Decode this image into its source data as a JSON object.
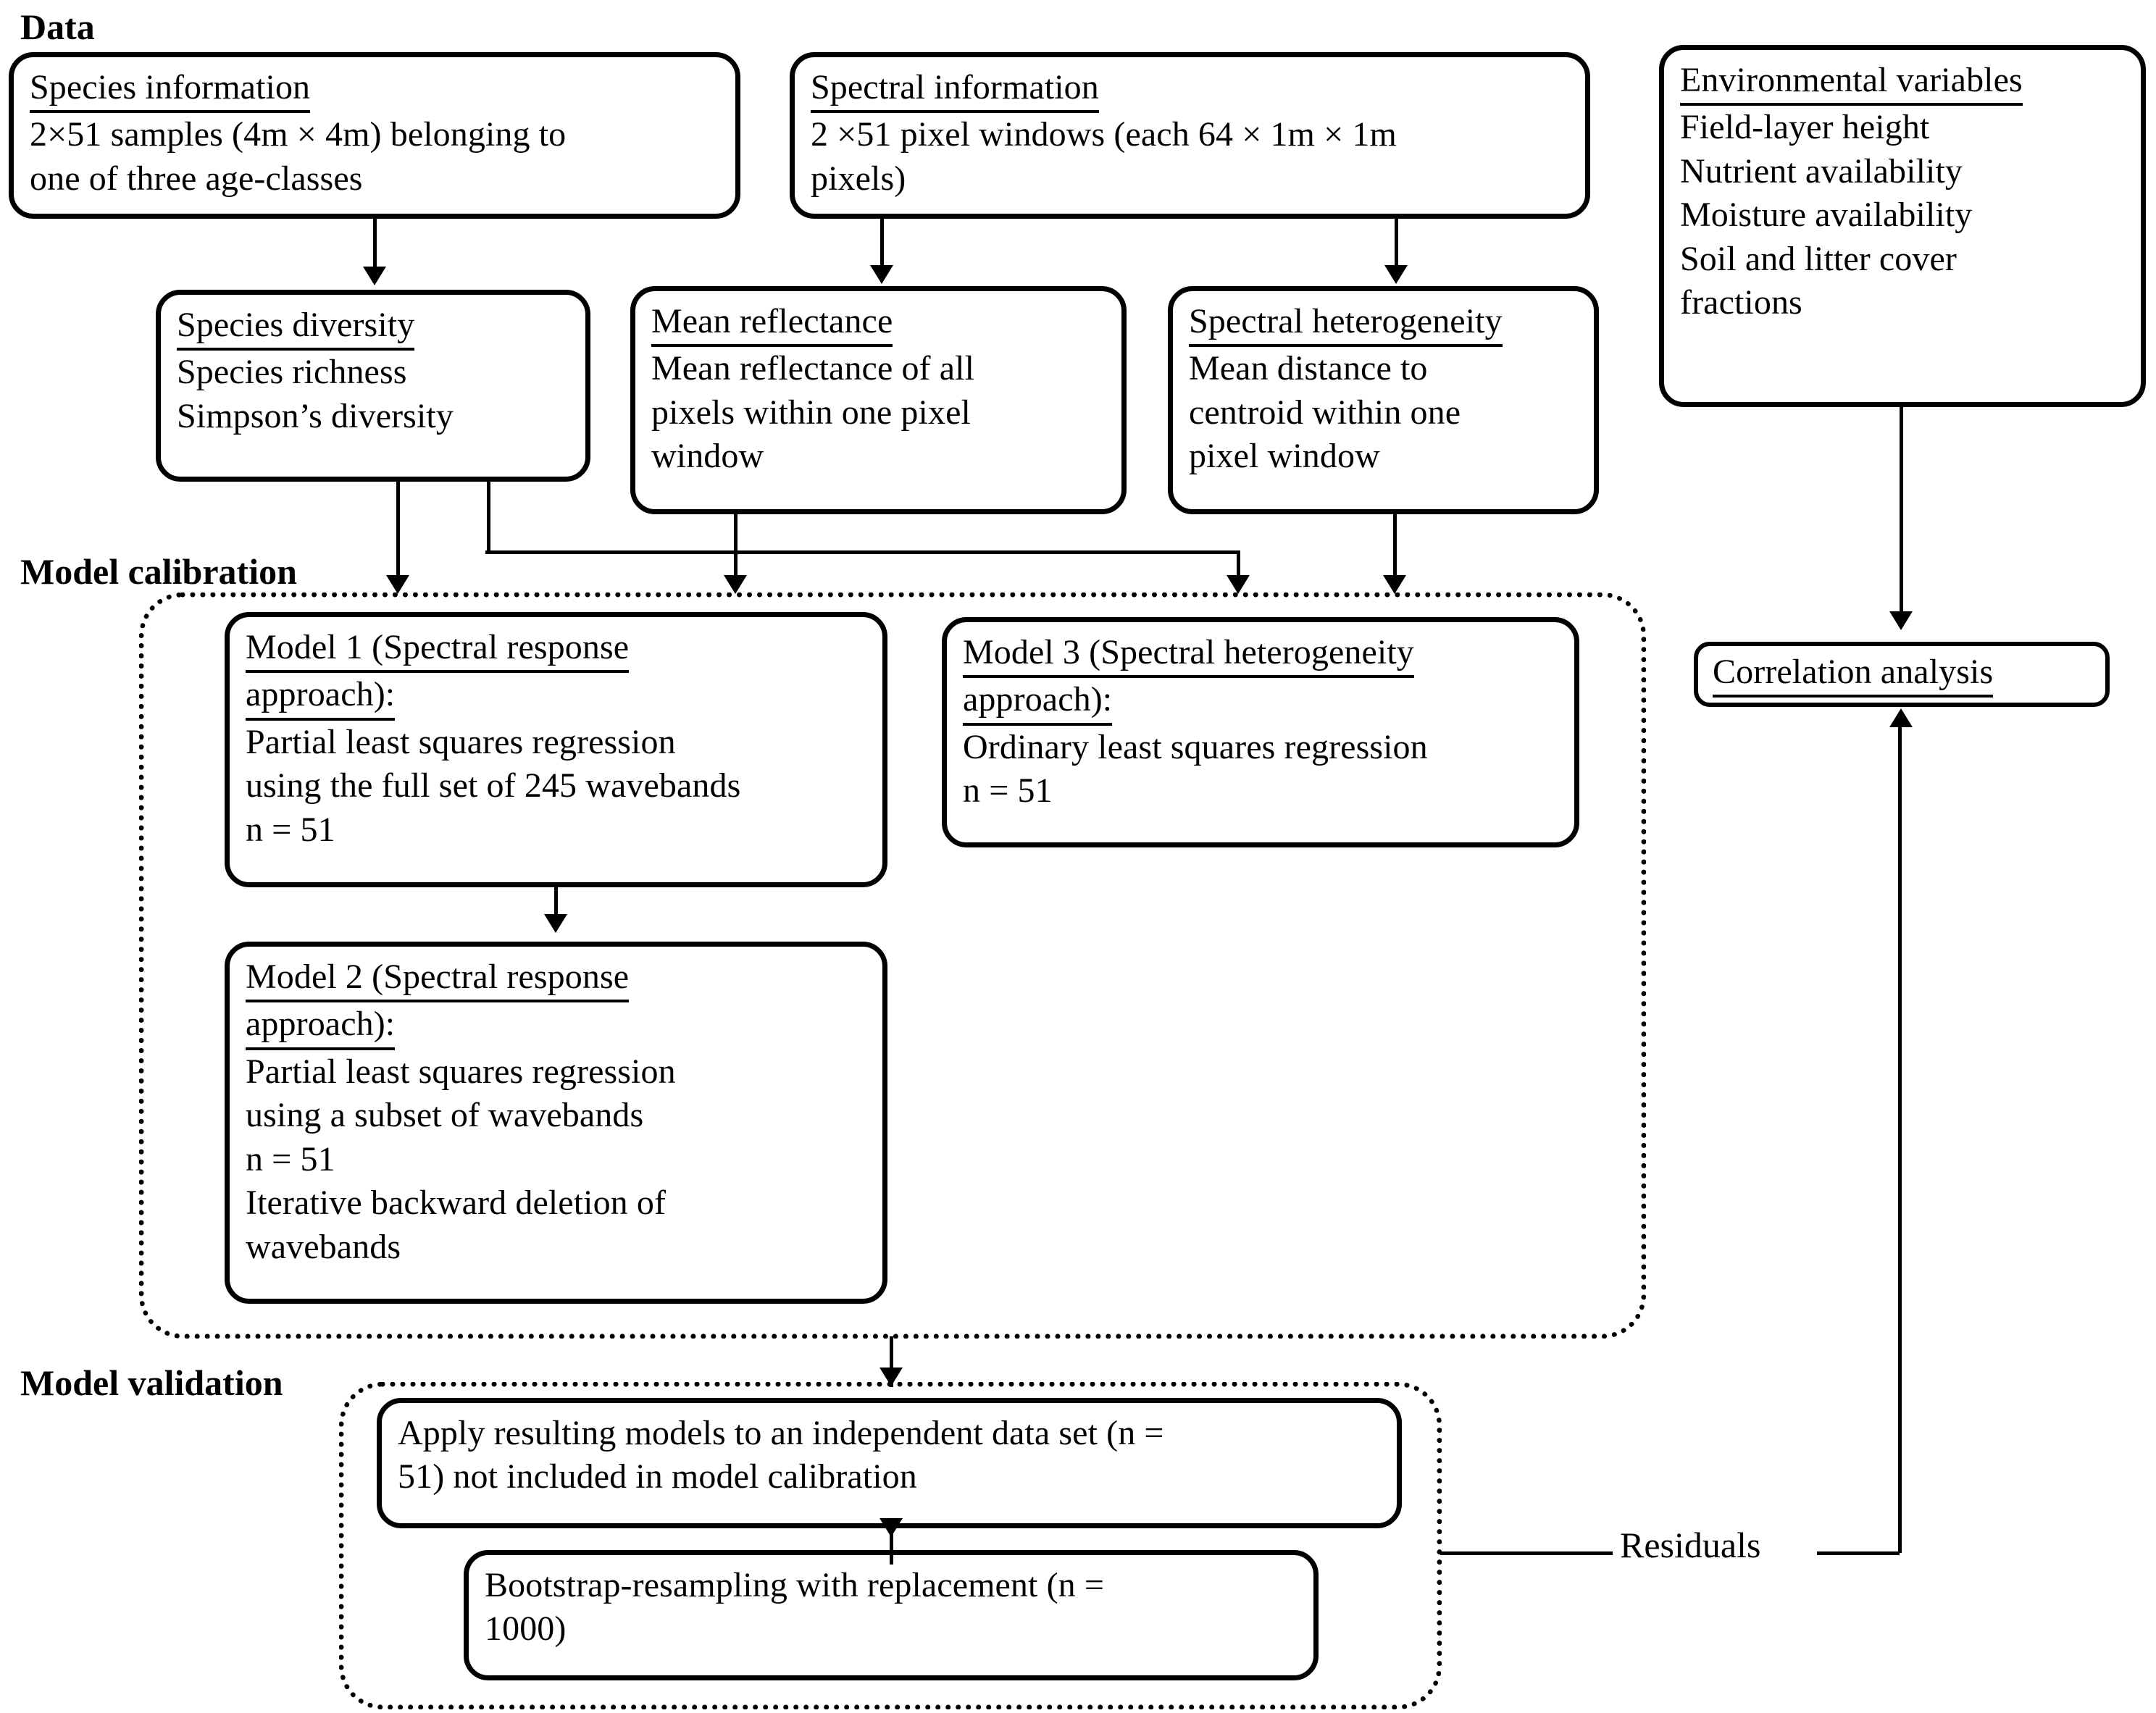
{
  "sections": {
    "data_label": "Data",
    "model_calibration_label": "Model calibration",
    "model_validation_label": "Model validation"
  },
  "nodes": {
    "species_information": {
      "heading": "Species information",
      "lines": [
        "2×51 samples (4m × 4m) belonging to",
        "one of three age-classes"
      ]
    },
    "spectral_information": {
      "heading": "Spectral information",
      "lines": [
        "2 ×51 pixel windows (each 64 × 1m × 1m",
        "pixels)"
      ]
    },
    "environmental_variables": {
      "heading": "Environmental variables",
      "lines": [
        "Field-layer height",
        "Nutrient availability",
        "Moisture availability",
        "Soil and litter cover",
        "fractions"
      ]
    },
    "species_diversity": {
      "heading": "Species diversity",
      "lines": [
        "Species richness",
        "Simpson’s diversity"
      ]
    },
    "mean_reflectance": {
      "heading": "Mean reflectance",
      "lines": [
        "Mean reflectance of all",
        "pixels within one pixel",
        "window"
      ]
    },
    "spectral_heterogeneity": {
      "heading": "Spectral heterogeneity",
      "lines": [
        "Mean distance to",
        "centroid within one",
        "pixel window"
      ]
    },
    "model_1": {
      "heading_line_1": "Model 1 (Spectral response",
      "heading_line_2": "approach):",
      "lines": [
        "Partial least squares regression",
        "using the full set of 245 wavebands",
        "n = 51"
      ]
    },
    "model_2": {
      "heading_line_1": "Model 2 (Spectral response",
      "heading_line_2": "approach):",
      "lines": [
        "Partial least squares regression",
        "using a subset of wavebands",
        "n = 51",
        "Iterative backward deletion of",
        "wavebands"
      ]
    },
    "model_3": {
      "heading_line_1": "Model 3 (Spectral heterogeneity",
      "heading_line_2": "approach):",
      "lines": [
        "Ordinary least squares regression",
        "n = 51"
      ]
    },
    "apply_models": {
      "lines": [
        "Apply resulting models to an independent data set (n =",
        "51) not included in model calibration"
      ]
    },
    "bootstrap": {
      "lines": [
        "Bootstrap-resampling with replacement (n =",
        "1000)"
      ]
    },
    "correlation_analysis": {
      "heading": "Correlation analysis"
    }
  },
  "edges": {
    "residuals_label": "Residuals"
  },
  "colors": {
    "stroke": "#000000",
    "background": "#ffffff"
  }
}
